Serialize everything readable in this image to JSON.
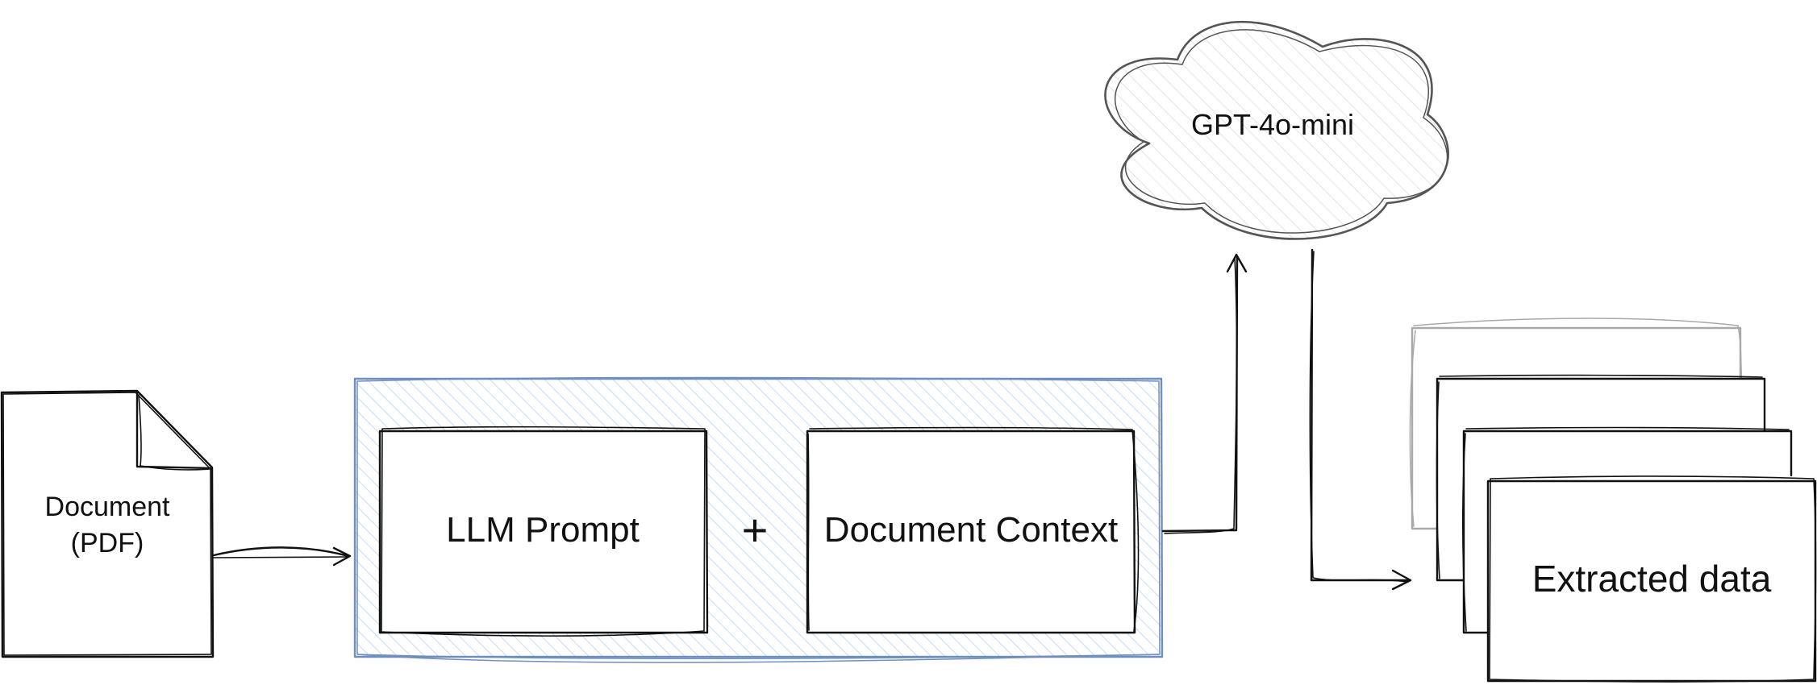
{
  "diagram": {
    "document": {
      "line1": "Document",
      "line2": "(PDF)"
    },
    "prompt_box": {
      "label": "LLM Prompt"
    },
    "plus": {
      "label": "+"
    },
    "context_box": {
      "label": "Document Context"
    },
    "cloud": {
      "label": "GPT-4o-mini"
    },
    "output": {
      "label": "Extracted data"
    }
  },
  "colors": {
    "ink": "#111111",
    "group_stroke": "#6f8fbf",
    "group_hatch": "#c7dcf2",
    "cloud_stroke": "#555555",
    "cloud_hatch": "#e4e4e4",
    "ghost_stroke": "#a9a9a9"
  }
}
